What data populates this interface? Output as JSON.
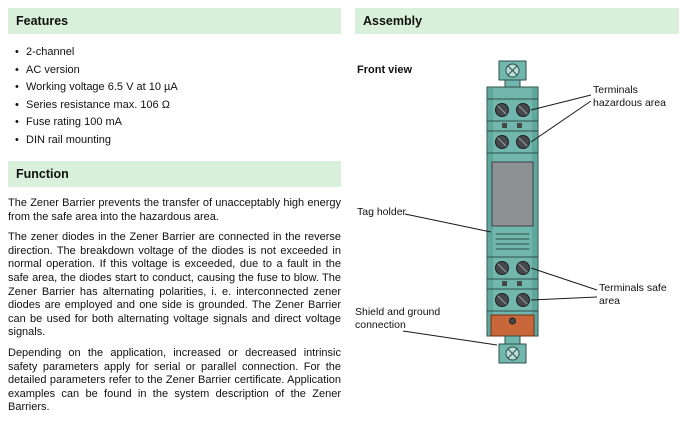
{
  "features": {
    "title": "Features",
    "items": [
      "2-channel",
      "AC version",
      "Working voltage 6.5 V at 10 µA",
      "Series resistance max. 106 Ω",
      "Fuse rating 100 mA",
      "DIN rail mounting"
    ]
  },
  "function": {
    "title": "Function",
    "paragraphs": [
      "The Zener Barrier prevents the transfer of unacceptably high energy from the safe area into the hazardous area.",
      "The zener diodes in the Zener Barrier are connected in the reverse direction. The breakdown voltage of the diodes is not exceeded in normal operation. If this voltage is exceeded, due to a fault in the safe area, the diodes start to conduct, causing the fuse to blow. The Zener Barrier has alternating polarities, i. e. interconnected zener diodes are employed and one side is grounded. The Zener Barrier can be used for both alternating voltage signals and direct voltage signals.",
      "Depending on the application, increased or decreased intrinsic safety parameters apply for serial or parallel connection. For the detailed parameters refer to the Zener Barrier certificate. Application examples can be found in the system description of the Zener Barriers."
    ]
  },
  "assembly": {
    "title": "Assembly",
    "front_view": "Front view",
    "callouts": {
      "terminals_hazardous": "Terminals hazardous area",
      "tag_holder": "Tag holder",
      "terminals_safe": "Terminals safe area",
      "shield_ground": "Shield and ground connection"
    }
  },
  "colors": {
    "section_header_bg": "#d9f0da",
    "device_body": "#71b7ae",
    "device_outline": "#2f4f4a",
    "tag_area": "#8d9194",
    "ground_clamp": "#c8683a",
    "terminal_screw": "#45494c"
  }
}
